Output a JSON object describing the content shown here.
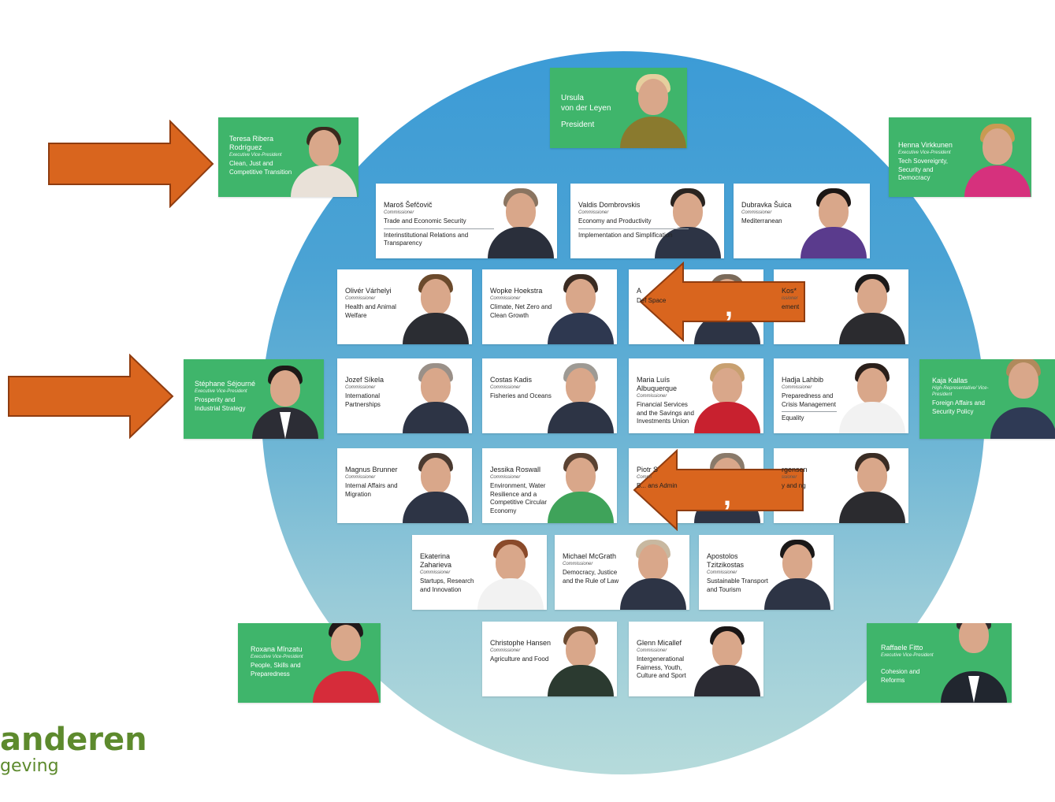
{
  "president": {
    "name": "Ursula\nvon der Leyen",
    "role": "President"
  },
  "evps": [
    {
      "name": "Teresa Ribera Rodríguez",
      "role": "Executive Vice-President",
      "portfolio": "Clean, Just and Competitive Transition"
    },
    {
      "name": "Henna Virkkunen",
      "role": "Executive Vice-President",
      "portfolio": "Tech Sovereignty, Security and Democracy"
    },
    {
      "name": "Stéphane Séjourné",
      "role": "Executive Vice-President",
      "portfolio": "Prosperity and Industrial Strategy"
    },
    {
      "name": "Kaja Kallas",
      "role": "High-Representative/ Vice-President",
      "portfolio": "Foreign Affairs and Security Policy"
    },
    {
      "name": "Roxana Mînzatu",
      "role": "Executive Vice-President",
      "portfolio": "People, Skills and Preparedness"
    },
    {
      "name": "Raffaele Fitto",
      "role": "Executive Vice-President",
      "portfolio": "Cohesion and Reforms"
    }
  ],
  "commissioners": [
    {
      "name": "Maroš Šefčovič",
      "role": "Commissioner",
      "portfolio": "Trade and Economic Security",
      "portfolio2": "Interinstitutional Relations and Transparency"
    },
    {
      "name": "Valdis Dombrovskis",
      "role": "Commissioner",
      "portfolio": "Economy and Productivity",
      "portfolio2": "Implementation and Simplification"
    },
    {
      "name": "Dubravka Šuica",
      "role": "Commissioner",
      "portfolio": "Mediterranean",
      "portfolio2": ""
    },
    {
      "name": "Olivér Várhelyi",
      "role": "Commissioner",
      "portfolio": "Health and Animal Welfare",
      "portfolio2": ""
    },
    {
      "name": "Wopke Hoekstra",
      "role": "Commissioner",
      "portfolio": "Climate, Net Zero and Clean Growth",
      "portfolio2": ""
    },
    {
      "name": "A",
      "role": "",
      "portfolio": "Def Space",
      "portfolio2": ""
    },
    {
      "name": "Kos*",
      "role": "issioner",
      "portfolio": "ement",
      "portfolio2": ""
    },
    {
      "name": "Jozef Síkela",
      "role": "Commissioner",
      "portfolio": "International Partnerships",
      "portfolio2": ""
    },
    {
      "name": "Costas Kadis",
      "role": "Commissioner",
      "portfolio": "Fisheries and Oceans",
      "portfolio2": ""
    },
    {
      "name": "Maria Luís Albuquerque",
      "role": "Commissioner",
      "portfolio": "Financial Services and the Savings and Investments Union",
      "portfolio2": ""
    },
    {
      "name": "Hadja Lahbib",
      "role": "Commissioner",
      "portfolio": "Preparedness and Crisis Management",
      "portfolio2": "Equality"
    },
    {
      "name": "Magnus Brunner",
      "role": "Commissioner",
      "portfolio": "Internal Affairs and Migration",
      "portfolio2": ""
    },
    {
      "name": "Jessika Roswall",
      "role": "Commissioner",
      "portfolio": "Environment, Water Resilience and a Competitive Circular Economy",
      "portfolio2": ""
    },
    {
      "name": "Piotr S",
      "role": "Commi",
      "portfolio": "B... ans Admin",
      "portfolio2": ""
    },
    {
      "name": "rgensen",
      "role": "ssioner",
      "portfolio": "y and ng",
      "portfolio2": ""
    },
    {
      "name": "Ekaterina Zaharieva",
      "role": "Commissioner",
      "portfolio": "Startups, Research and Innovation",
      "portfolio2": ""
    },
    {
      "name": "Michael McGrath",
      "role": "Commissioner",
      "portfolio": "Democracy, Justice and the Rule of Law",
      "portfolio2": ""
    },
    {
      "name": "Apostolos Tzitzikostas",
      "role": "Commissioner",
      "portfolio": "Sustainable Transport and Tourism",
      "portfolio2": ""
    },
    {
      "name": "Christophe Hansen",
      "role": "Commissioner",
      "portfolio": "Agriculture and Food",
      "portfolio2": ""
    },
    {
      "name": "Glenn Micallef",
      "role": "Commissioner",
      "portfolio": "Intergenerational Fairness, Youth, Culture and Sport",
      "portfolio2": ""
    }
  ],
  "overlay_marks": [
    ",",
    ","
  ],
  "logo": {
    "main": "anderen",
    "sub": "geving"
  },
  "colors": {
    "green": "#3fb56b",
    "arrow": "#d9651e",
    "ring": "#2e7fc2",
    "logo": "#5d8a2d"
  }
}
